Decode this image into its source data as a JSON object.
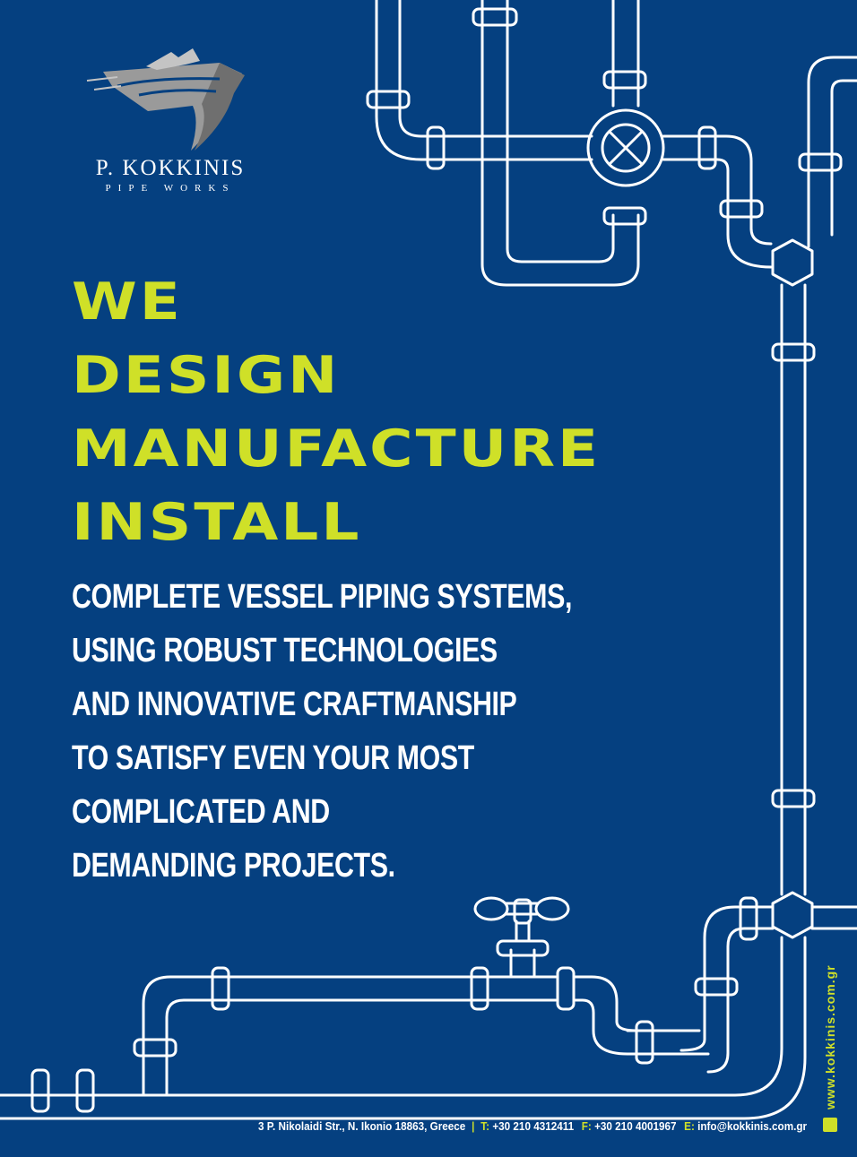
{
  "colors": {
    "background": "#054080",
    "accent": "#cfe028",
    "text": "#ffffff",
    "logo_gray": "#9a9a9a"
  },
  "logo": {
    "icon": "ship-bow-icon",
    "name": "P. KOKKINIS",
    "subtitle": "PIPE WORKS"
  },
  "headline": [
    "WE",
    "DESIGN",
    "MANUFACTURE",
    "INSTALL"
  ],
  "body": [
    "COMPLETE VESSEL PIPING SYSTEMS,",
    "USING ROBUST TECHNOLOGIES",
    "AND INNOVATIVE CRAFTMANSHIP",
    "TO SATISFY EVEN YOUR MOST",
    "COMPLICATED AND",
    "DEMANDING PROJECTS."
  ],
  "footer": {
    "address": "3 P. Nikolaidi Str., N. Ikonio 18863, Greece",
    "separator": "|",
    "phone_label": "T:",
    "phone": "+30 210 4312411",
    "fax_label": "F:",
    "fax": "+30 210 4001967",
    "email_label": "E:",
    "email": "info@kokkinis.com.gr"
  },
  "website": "www.kokkinis.com.gr",
  "illustration": {
    "icons": [
      "pipe-network-icon",
      "valve-wheel-icon",
      "hex-nut-icon",
      "faucet-icon"
    ]
  }
}
